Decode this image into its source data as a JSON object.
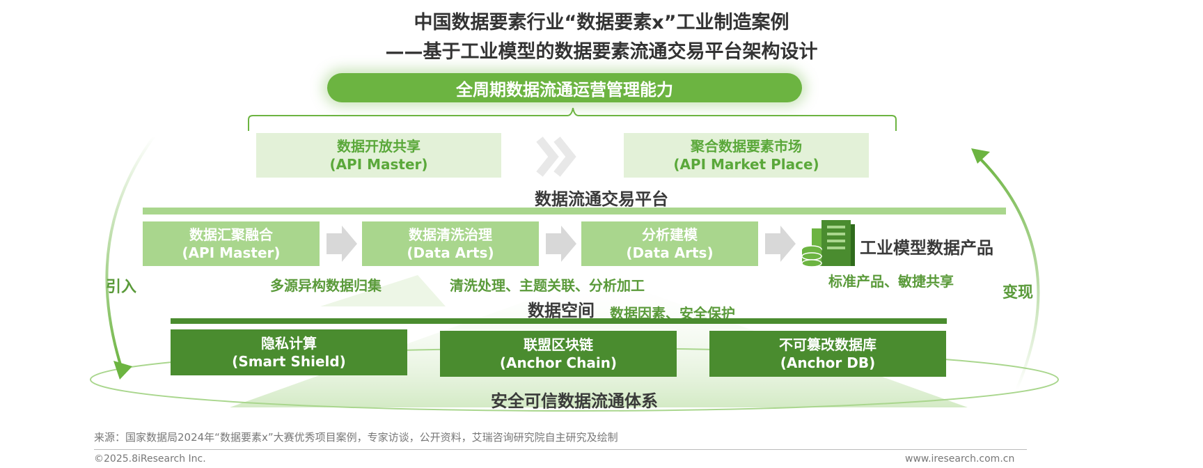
{
  "title": {
    "line1": "中国数据要素行业“数据要素x”工业制造案例",
    "line2": "——基于工业模型的数据要素流通交易平台架构设计"
  },
  "top_pill": "全周期数据流通运营管理能力",
  "market_row": {
    "left_label": "数据开放共享",
    "left_sub": "(API Master)",
    "right_label": "聚合数据要素市场",
    "right_sub": "(API Market Place)"
  },
  "platform_title": "数据流通交易平台",
  "pipeline": [
    {
      "label": "数据汇聚融合",
      "sub": "(API Master)",
      "caption": "多源异构数据归集"
    },
    {
      "label": "数据清洗治理",
      "sub": "(Data Arts)",
      "caption": "清洗处理、主题关联、分析加工"
    },
    {
      "label": "分析建模",
      "sub": "(Data Arts)",
      "caption": ""
    }
  ],
  "product": {
    "label": "工业模型数据产品",
    "caption": "标准产品、敏捷共享",
    "icon": "server-database-icon"
  },
  "data_space": {
    "title": "数据空间",
    "caption": "数据因素、安全保护"
  },
  "security": [
    {
      "label": "隐私计算",
      "sub": "(Smart Shield)"
    },
    {
      "label": "联盟区块链",
      "sub": "(Anchor Chain)"
    },
    {
      "label": "不可篡改数据库",
      "sub": "(Anchor DB)"
    }
  ],
  "base_title": "安全可信数据流通体系",
  "side_left": "引入",
  "side_right": "变现",
  "footer": {
    "source": "来源：国家数据局2024年“数据要素x”大赛优秀项目案例，专家访谈，公开资料，艾瑞咨询研究院自主研究及绘制",
    "copyright": "©2025.8iResearch Inc.",
    "website": "www.iresearch.com.cn"
  },
  "colors": {
    "accent": "#6cb441",
    "dark_green": "#4a8c2f",
    "light_green": "#e3f1d8",
    "mid_green": "#a9d68d"
  }
}
